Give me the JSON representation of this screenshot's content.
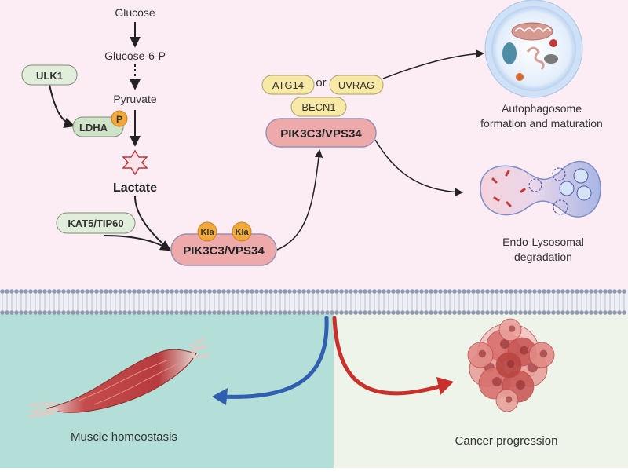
{
  "pathway": {
    "glucose": "Glucose",
    "g6p": "Glucose-6-P",
    "pyruvate": "Pyruvate",
    "lactate": "Lactate",
    "ulk1": "ULK1",
    "ldha": "LDHA",
    "phospho": "P",
    "kat5": "KAT5/TIP60",
    "kla1": "Kla",
    "kla2": "Kla",
    "pik_acyl": "PIK3C3/VPS34",
    "atg14": "ATG14",
    "or": "or",
    "uvrag": "UVRAG",
    "becn1": "BECN1",
    "pik_complex": "PIK3C3/VPS34"
  },
  "outcomes": {
    "autophagosome_line1": "Autophagosome",
    "autophagosome_line2": "formation and maturation",
    "endo_line1": "Endo-Lysosomal",
    "endo_line2": "degradation"
  },
  "bottom": {
    "muscle": "Muscle homeostasis",
    "cancer": "Cancer progression"
  },
  "colors": {
    "top_bg": "#fcecf4",
    "bottom_left_bg": "#b3dfd8",
    "bottom_right_bg": "#eef4ea",
    "pik_fill": "#eeaaaa",
    "pink_pill": "#f6c9d0",
    "yellow_pill": "#f8eaa6",
    "green_pill": "#e1eedb",
    "kla_orange": "#f2a93b",
    "blue_arrow": "#2f5fae",
    "red_arrow": "#c9302c"
  }
}
